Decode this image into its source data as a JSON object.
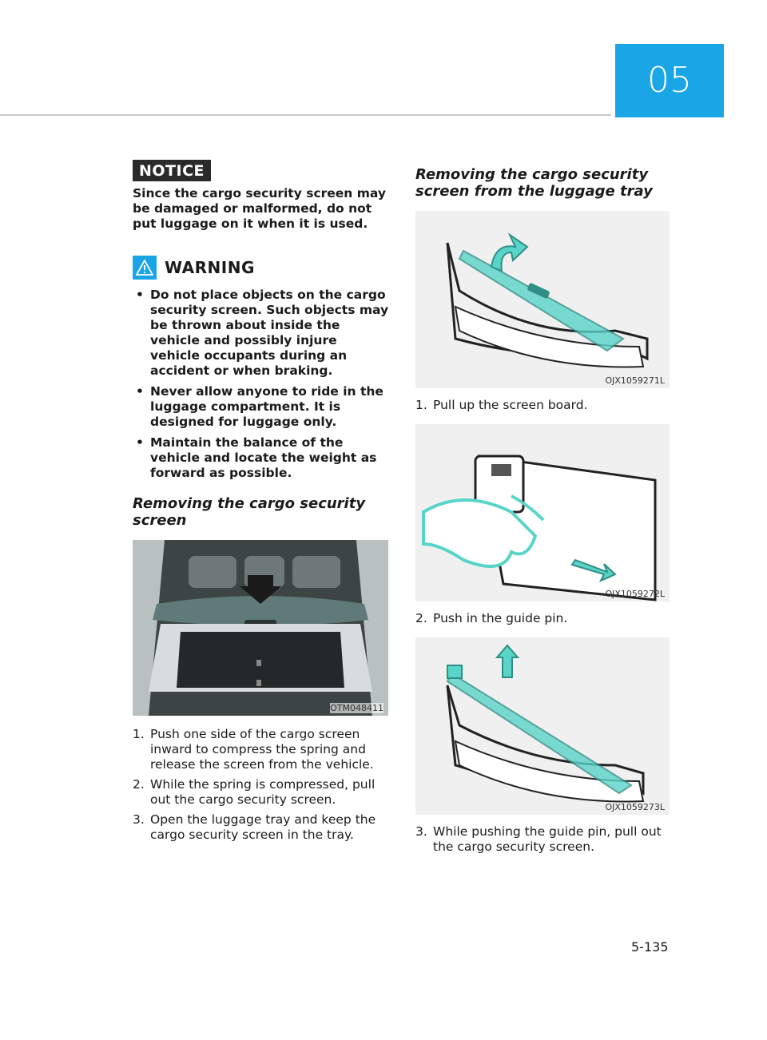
{
  "header": {
    "chapter": "05"
  },
  "left": {
    "notice_label": "NOTICE",
    "notice_text": "Since the cargo security screen may be damaged or malformed, do not put luggage on it when it is used.",
    "warning_label": "WARNING",
    "warning_items": [
      "Do not place objects on the cargo security screen. Such objects may be thrown about inside the vehicle and possibly injure vehicle occupants during an accident or when braking.",
      "Never allow anyone to ride in the luggage compartment. It is designed for luggage only.",
      "Maintain the balance of the vehicle and locate the weight as forward as possible."
    ],
    "section_title": "Removing the cargo security screen",
    "image_caption": "OTM048411",
    "steps": [
      {
        "num": "1.",
        "text": "Push one side of the cargo screen inward to compress the spring and release the screen from the vehicle."
      },
      {
        "num": "2.",
        "text": "While the spring is compressed, pull out the cargo security screen."
      },
      {
        "num": "3.",
        "text": "Open the luggage tray and keep the cargo security screen in the tray."
      }
    ]
  },
  "right": {
    "section_title": "Removing the cargo security screen from the luggage tray",
    "figures": [
      {
        "caption": "OJX1059271L",
        "step_num": "1.",
        "step_text": "Pull up the screen board."
      },
      {
        "caption": "OJX1059272L",
        "step_num": "2.",
        "step_text": "Push in the guide pin."
      },
      {
        "caption": "OJX1059273L",
        "step_num": "3.",
        "step_text": "While pushing the guide pin, pull out the cargo security screen."
      }
    ]
  },
  "footer": {
    "page_number": "5-135"
  },
  "colors": {
    "accent": "#1aa6e6",
    "teal_highlight": "#59d4c8"
  }
}
